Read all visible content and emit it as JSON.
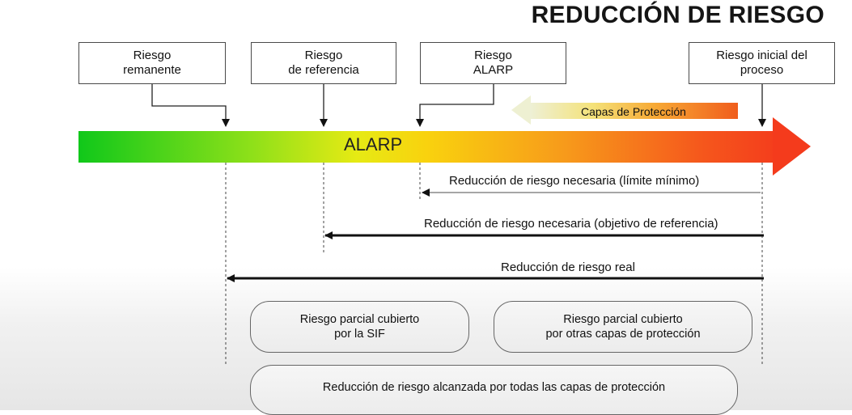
{
  "title": "REDUCCIÓN DE RIESGO",
  "boxes": {
    "remanente": [
      "Riesgo",
      "remanente"
    ],
    "referencia": [
      "Riesgo",
      "de referencia"
    ],
    "alarp": [
      "Riesgo",
      "ALARP"
    ],
    "inicial": [
      "Riesgo inicial del",
      "proceso"
    ]
  },
  "bar_label": "ALARP",
  "capas_label": "Capas de Protección",
  "reductions": {
    "minimo": "Reducción de riesgo necesaria (límite mínimo)",
    "objetivo": "Reducción de riesgo necesaria (objetivo de referencia)",
    "real": "Reducción de riesgo real"
  },
  "pills": {
    "sif": [
      "Riesgo parcial cubierto",
      "por la SIF"
    ],
    "otras": [
      "Riesgo parcial cubierto",
      "por otras capas de protección"
    ],
    "todas": "Reducción de riesgo alcanzada por todas las capas de protección"
  },
  "colors": {
    "bar_start": "#10c81a",
    "bar_mid": "#f9d20e",
    "bar_end": "#f43e1c"
  }
}
